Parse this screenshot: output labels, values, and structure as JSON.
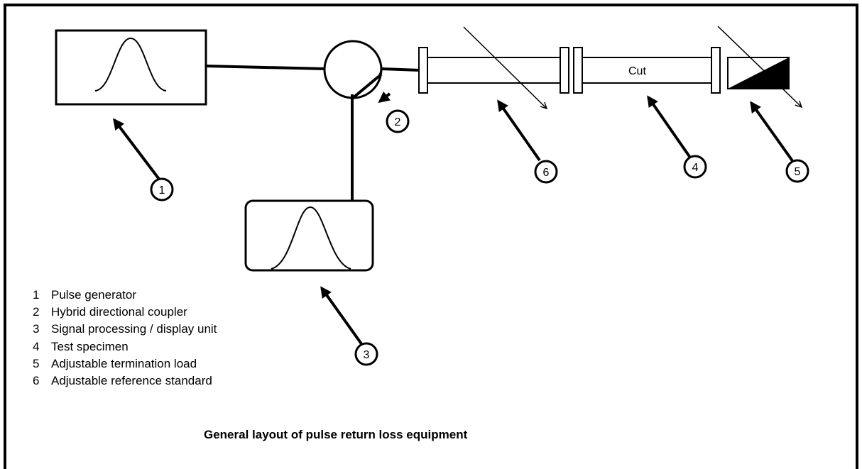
{
  "diagram": {
    "callouts": [
      "1",
      "2",
      "3",
      "4",
      "5",
      "6"
    ],
    "specimen_label": "Cut",
    "legend": [
      {
        "num": "1",
        "text": "Pulse generator"
      },
      {
        "num": "2",
        "text": "Hybrid directional coupler"
      },
      {
        "num": "3",
        "text": "Signal processing / display unit"
      },
      {
        "num": "4",
        "text": "Test specimen"
      },
      {
        "num": "5",
        "text": "Adjustable termination load"
      },
      {
        "num": "6",
        "text": "Adjustable reference standard"
      }
    ],
    "caption": "General layout of pulse return loss equipment"
  }
}
